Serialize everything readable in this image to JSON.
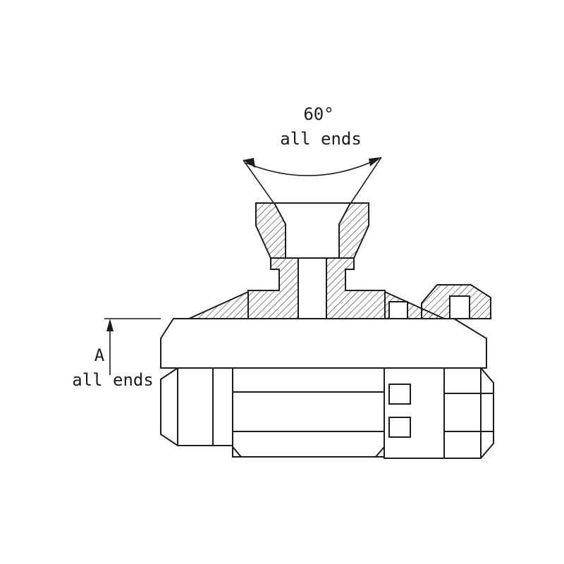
{
  "page": {
    "background": "#ffffff",
    "line_color": "#1c1c1c"
  },
  "annotations": {
    "angle": {
      "value": "60°",
      "note": "all ends"
    },
    "dimension": {
      "label": "A",
      "note": "all ends"
    }
  }
}
